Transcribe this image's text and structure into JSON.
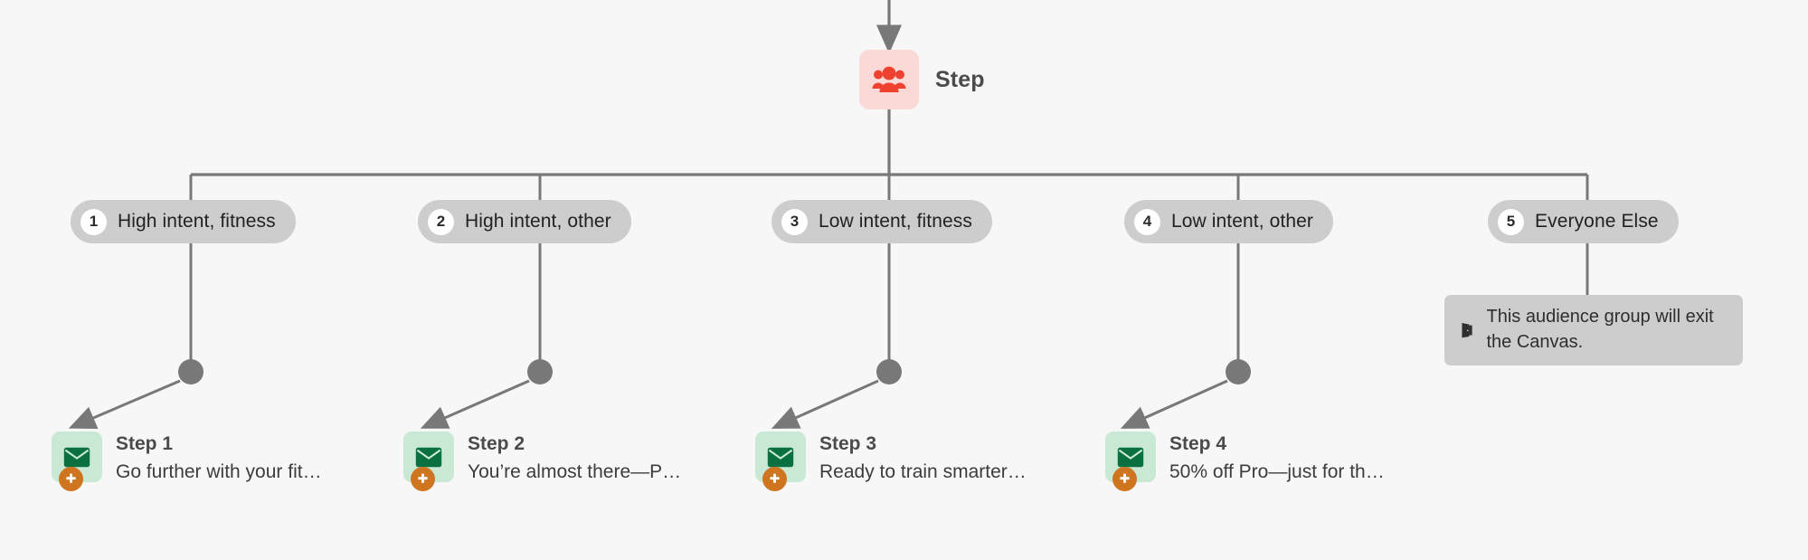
{
  "canvas": {
    "background": "#f7f7f7",
    "line_color": "#787878",
    "node_dot_color": "#787878"
  },
  "split_node": {
    "icon": "audience-group-icon",
    "label": "Step",
    "tile_color": "#fbd9d6",
    "icon_color": "#ef4130"
  },
  "branches": [
    {
      "number": "1",
      "label": "High intent, fitness"
    },
    {
      "number": "2",
      "label": "High intent, other"
    },
    {
      "number": "3",
      "label": "Low intent, fitness"
    },
    {
      "number": "4",
      "label": "Low intent, other"
    },
    {
      "number": "5",
      "label": "Everyone Else"
    }
  ],
  "exit_note": {
    "icon": "exit-door-icon",
    "text": "This audience group will exit the Canvas.",
    "background": "#cdcdcd"
  },
  "steps": [
    {
      "title": "Step 1",
      "subtitle": "Go further with your fit…",
      "icon": "email-icon",
      "badge": "plus-icon"
    },
    {
      "title": "Step 2",
      "subtitle": "You’re almost there—P…",
      "icon": "email-icon",
      "badge": "plus-icon"
    },
    {
      "title": "Step 3",
      "subtitle": "Ready to train smarter…",
      "icon": "email-icon",
      "badge": "plus-icon"
    },
    {
      "title": "Step 4",
      "subtitle": "50% off Pro—just for th…",
      "icon": "email-icon",
      "badge": "plus-icon"
    }
  ],
  "colors": {
    "email_tile": "#c9e9d4",
    "email_glyph": "#0b7040",
    "badge": "#cf7520",
    "pill": "#cdcdcd"
  }
}
